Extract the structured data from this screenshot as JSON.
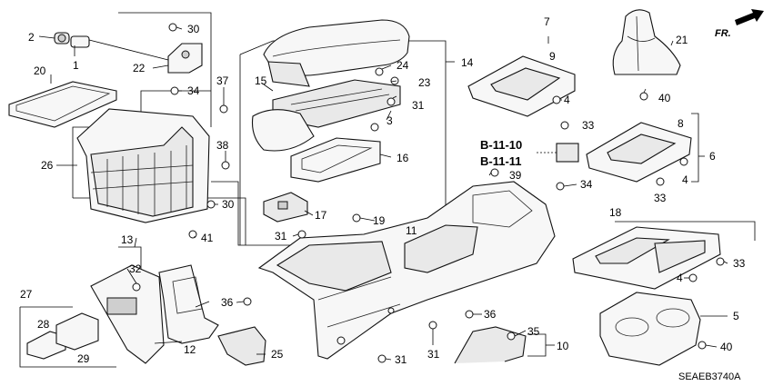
{
  "callouts": [
    "1",
    "2",
    "3",
    "4",
    "5",
    "6",
    "7",
    "8",
    "9",
    "10",
    "11",
    "12",
    "13",
    "14",
    "15",
    "16",
    "17",
    "18",
    "19",
    "20",
    "21",
    "22",
    "23",
    "24",
    "25",
    "26",
    "27",
    "28",
    "29",
    "30",
    "31",
    "32",
    "33",
    "34",
    "35",
    "36",
    "37",
    "38",
    "39",
    "40",
    "41"
  ],
  "references": [
    "B-11-10",
    "B-11-11"
  ],
  "front_indicator": "FR.",
  "diagram_code": "SEAEB3740A"
}
